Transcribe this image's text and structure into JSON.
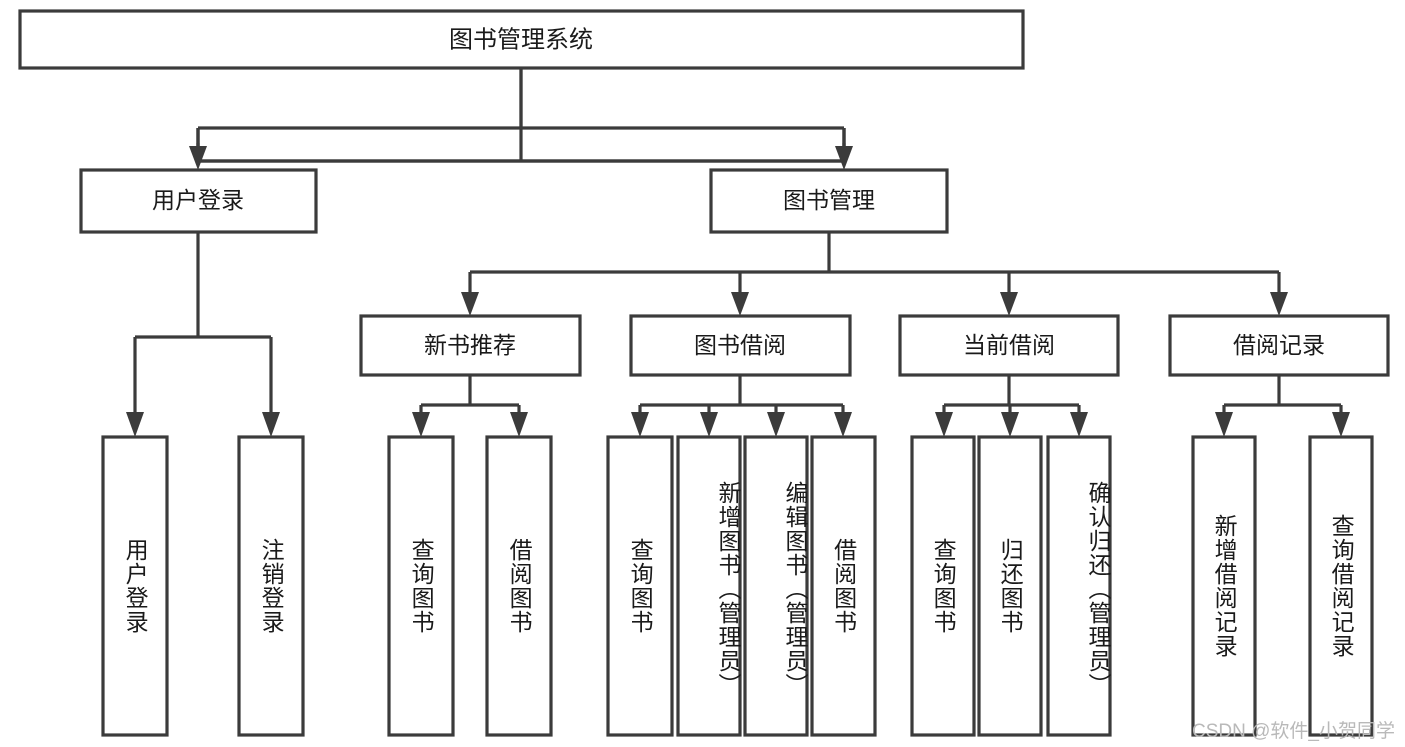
{
  "diagram": {
    "title": "图书管理系统",
    "type": "tree-hierarchy-chart",
    "root": {
      "label": "图书管理系统"
    },
    "level2": [
      {
        "label": "用户登录"
      },
      {
        "label": "图书管理"
      }
    ],
    "level3": [
      {
        "label": "新书推荐"
      },
      {
        "label": "图书借阅"
      },
      {
        "label": "当前借阅"
      },
      {
        "label": "借阅记录"
      }
    ],
    "leaves_user_login": [
      {
        "label": "用户登录"
      },
      {
        "label": "注销登录"
      }
    ],
    "leaves_new_books": [
      {
        "label": "查询图书"
      },
      {
        "label": "借阅图书"
      }
    ],
    "leaves_borrow": [
      {
        "label": "查询图书"
      },
      {
        "label": "新增图书（管理员）"
      },
      {
        "label": "编辑图书（管理员）"
      },
      {
        "label": "借阅图书"
      }
    ],
    "leaves_current": [
      {
        "label": "查询图书"
      },
      {
        "label": "归还图书"
      },
      {
        "label": "确认归还（管理员）"
      }
    ],
    "leaves_records": [
      {
        "label": "新增借阅记录"
      },
      {
        "label": "查询借阅记录"
      }
    ],
    "colors": {
      "box_stroke": "#3b3b3b",
      "box_fill": "#ffffff",
      "text": "#1a1a1a",
      "connector": "#3b3b3b",
      "watermark": "#b9b9b9"
    }
  },
  "watermark": {
    "text": "CSDN @软件_小贺同学"
  }
}
